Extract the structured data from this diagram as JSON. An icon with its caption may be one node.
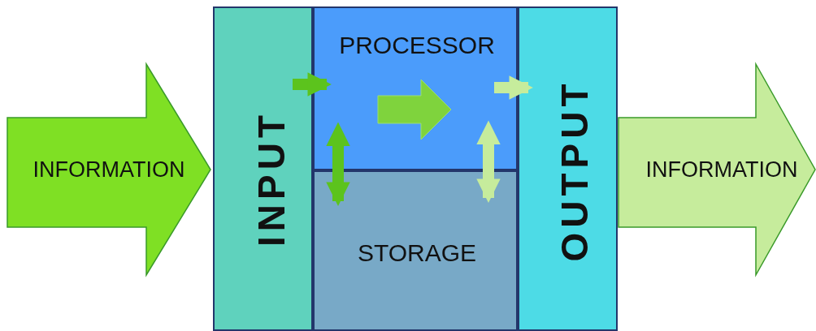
{
  "diagram": {
    "nodes": [
      {
        "text": [
          "INFORMATION"
        ]
      },
      {
        "text": [
          "INPUT"
        ]
      },
      {
        "text": [
          "PROCESSOR"
        ]
      },
      {
        "text": [
          "STORAGE"
        ]
      },
      {
        "text": [
          "OUTPUT"
        ]
      },
      {
        "text": [
          "INFORMATION"
        ]
      }
    ],
    "edges": [
      {
        "from": 1,
        "to": 2,
        "arrow": "to"
      },
      {
        "from": 2,
        "to": 4,
        "arrow": "to",
        "color": "#c6ec9c"
      },
      {
        "from": 2,
        "to": 3,
        "arrow": "both"
      },
      {
        "from": 2,
        "to": 3,
        "arrow": "both",
        "color": "#c6ec9c"
      }
    ]
  }
}
